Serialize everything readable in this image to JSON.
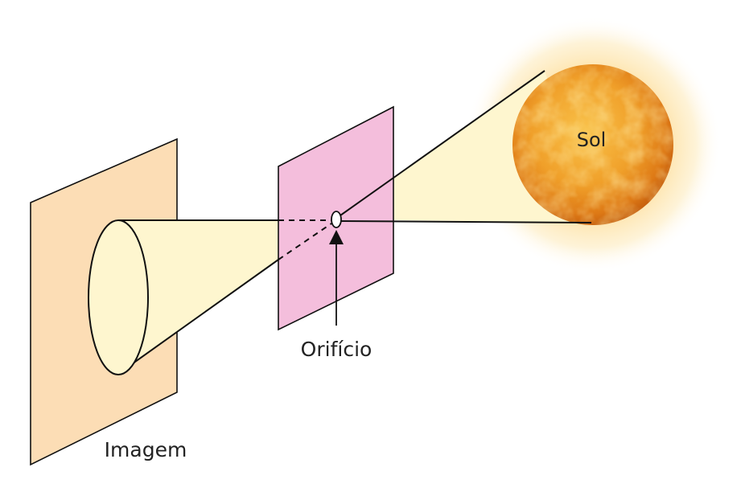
{
  "labels": {
    "sun": "Sol",
    "pinhole": "Orifício",
    "image": "Imagem"
  },
  "colors": {
    "image_screen": "#FCDDB5",
    "pinhole_screen": "#F4BEDC",
    "light_cone": "#FEF6CF",
    "sun_core": "#F5A623",
    "sun_edge": "#D86A12",
    "sun_glow": "#FDE9B4",
    "line": "#111111"
  }
}
